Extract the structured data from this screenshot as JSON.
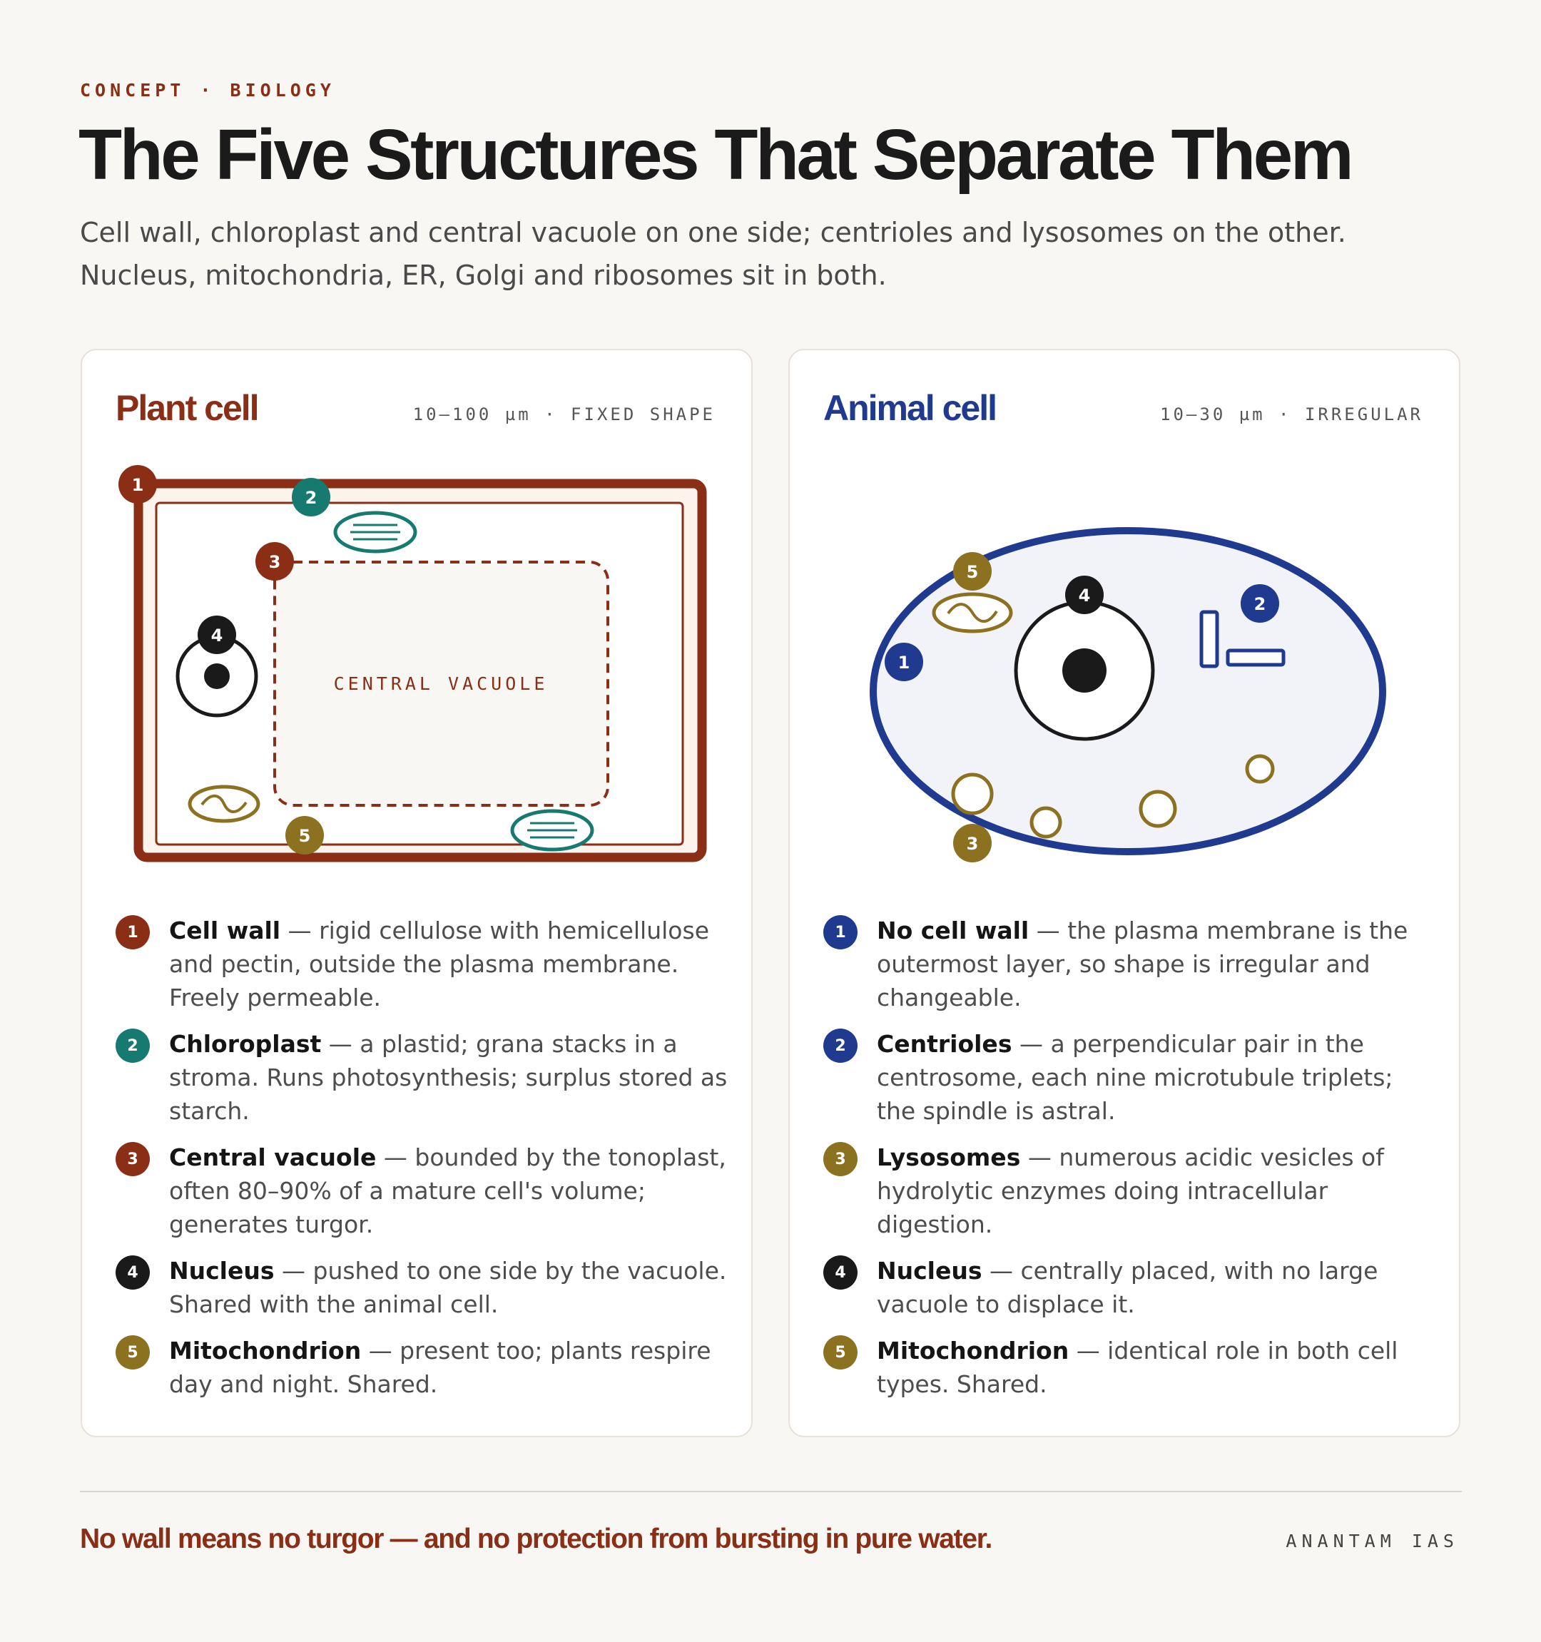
{
  "header": {
    "eyebrow": "CONCEPT · BIOLOGY",
    "title": "The Five Structures That Separate Them",
    "subtitle_line1": "Cell wall, chloroplast and central vacuole on one side; centrioles and lysosomes on the other.",
    "subtitle_line2": "Nucleus, mitochondria, ER, Golgi and ribosomes sit in both."
  },
  "colors": {
    "plant_accent": "#8a2e16",
    "animal_accent": "#1f3a8f",
    "chloroplast": "#177a70",
    "mitochondrion": "#8c7120",
    "nucleus": "#1a1a1a"
  },
  "plant": {
    "title": "Plant cell",
    "meta": "10–100 µm · FIXED SHAPE",
    "vacuole_label": "CENTRAL VACUOLE",
    "items": [
      {
        "num": "1",
        "name": "Cell wall",
        "text": " — rigid cellulose with hemicellulose and pectin, outside the plasma membrane. Freely permeable."
      },
      {
        "num": "2",
        "name": "Chloroplast",
        "text": " — a plastid; grana stacks in a stroma. Runs photosynthesis; surplus stored as starch."
      },
      {
        "num": "3",
        "name": "Central vacuole",
        "text": " — bounded by the tonoplast, often 80–90% of a mature cell's volume; generates turgor."
      },
      {
        "num": "4",
        "name": "Nucleus",
        "text": " — pushed to one side by the vacuole. Shared with the animal cell."
      },
      {
        "num": "5",
        "name": "Mitochondrion",
        "text": " — present too; plants respire day and night. Shared."
      }
    ]
  },
  "animal": {
    "title": "Animal cell",
    "meta": "10–30 µm · IRREGULAR",
    "items": [
      {
        "num": "1",
        "name": "No cell wall",
        "text": " — the plasma membrane is the outermost layer, so shape is irregular and changeable."
      },
      {
        "num": "2",
        "name": "Centrioles",
        "text": " — a perpendicular pair in the centrosome, each nine microtubule triplets; the spindle is astral."
      },
      {
        "num": "3",
        "name": "Lysosomes",
        "text": " — numerous acidic vesicles of hydrolytic enzymes doing intracellular digestion."
      },
      {
        "num": "4",
        "name": "Nucleus",
        "text": " — centrally placed, with no large vacuole to displace it."
      },
      {
        "num": "5",
        "name": "Mitochondrion",
        "text": " — identical role in both cell types. Shared."
      }
    ]
  },
  "footer": {
    "note": "No wall means no turgor — and no protection from bursting in pure water.",
    "brand": "ANANTAM IAS"
  }
}
